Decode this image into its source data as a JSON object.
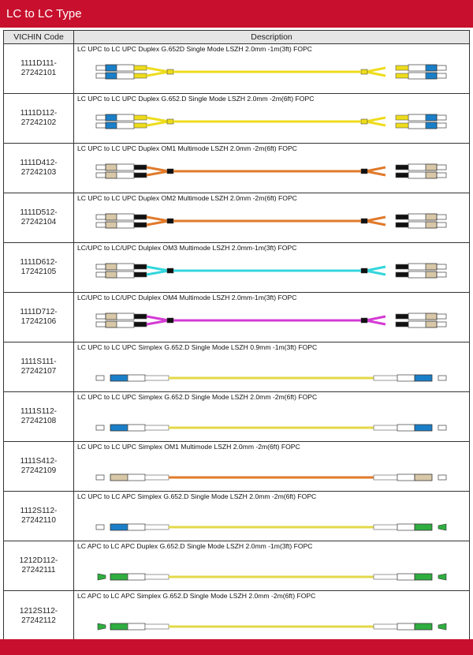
{
  "header": {
    "title": "LC to LC Type"
  },
  "table": {
    "col_code": "VICHIN Code",
    "col_desc": "Description",
    "rows": [
      {
        "code": "1111D111-\n27242101",
        "desc": "LC UPC to LC UPC Duplex G.652D  Single Mode LSZH 2.0mm -1m(3ft) FOPC",
        "cable_color": "#eedc1c",
        "connector_color": "#1a7fc8",
        "style": "duplex",
        "boot": "yellow"
      },
      {
        "code": "1111D112-\n27242102",
        "desc": "LC UPC to LC UPC Duplex G.652.D Single Mode LSZH 2.0mm -2m(6ft) FOPC",
        "cable_color": "#eedc1c",
        "connector_color": "#1a7fc8",
        "style": "duplex",
        "boot": "yellow"
      },
      {
        "code": "1111D412-\n27242103",
        "desc": "LC UPC to LC UPC Duplex OM1 Multimode LSZH 2.0mm -2m(6ft) FOPC",
        "cable_color": "#e07a2a",
        "connector_color": "#d8c8a8",
        "style": "duplex",
        "boot": "black"
      },
      {
        "code": "1111D512-\n27242104",
        "desc": "LC UPC to LC UPC Duplex OM2 Multimode LSZH 2.0mm -2m(6ft) FOPC",
        "cable_color": "#e07a2a",
        "connector_color": "#d8c8a8",
        "style": "duplex",
        "boot": "black"
      },
      {
        "code": "1111D612-\n17242105",
        "desc": "LC/UPC to LC/UPC Dulplex OM3 Multimode LSZH 2.0mm-1m(3ft) FOPC",
        "cable_color": "#33d6dc",
        "connector_color": "#d8c8a8",
        "style": "duplex",
        "boot": "black"
      },
      {
        "code": "1111D712-\n17242106",
        "desc": "LC/UPC to LC/UPC Dulplex OM4 Multimode LSZH 2.0mm-1m(3ft) FOPC",
        "cable_color": "#d43ad4",
        "connector_color": "#d8c8a8",
        "style": "duplex",
        "boot": "black"
      },
      {
        "code": "1111S111-\n27242107",
        "desc": "LC UPC to LC UPC Simplex G.652.D Single Mode LSZH 0.9mm -1m(3ft) FOPC",
        "cable_color": "#e3d84a",
        "connector_color": "#1a7fc8",
        "style": "simplex",
        "boot": "white"
      },
      {
        "code": "1111S112-\n27242108",
        "desc": "LC UPC to LC UPC Simplex G.652.D Single Mode LSZH 2.0mm -2m(6ft) FOPC",
        "cable_color": "#e3d84a",
        "connector_color": "#1a7fc8",
        "style": "simplex",
        "boot": "white"
      },
      {
        "code": "1111S412-\n27242109",
        "desc": "LC UPC to LC UPC Simplex OM1 Multimode LSZH 2.0mm -2m(6ft) FOPC",
        "cable_color": "#e07a2a",
        "connector_color": "#d8c8a8",
        "style": "simplex",
        "boot": "white"
      },
      {
        "code": "1112S112-\n27242110",
        "desc": "LC UPC to LC APC Simplex G.652.D Single Mode LSZH 2.0mm -2m(6ft) FOPC",
        "cable_color": "#e3d84a",
        "connector_color": "#1a7fc8",
        "style": "simplex-apc-right",
        "boot": "white"
      },
      {
        "code": "1212D112-\n27242111",
        "desc": "LC APC to LC APC Duplex G.652.D Single Mode LSZH 2.0mm -1m(3ft) FOPC",
        "cable_color": "#e3d84a",
        "connector_color": "#2fae3f",
        "style": "simplex-apc-both",
        "boot": "white"
      },
      {
        "code": "1212S112-\n27242112",
        "desc": "LC APC to LC APC Simplex G.652.D Single Mode LSZH 2.0mm -2m(6ft) FOPC",
        "cable_color": "#e3d84a",
        "connector_color": "#2fae3f",
        "style": "simplex-apc-both",
        "boot": "white"
      }
    ]
  }
}
